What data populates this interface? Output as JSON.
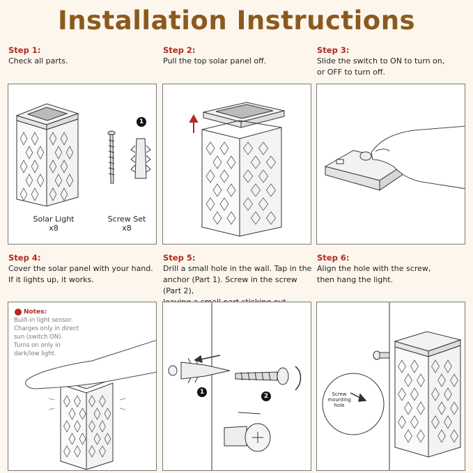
{
  "title": "Installation Instructions",
  "steps": [
    {
      "label": "Step 1:",
      "lines": [
        "Check all parts."
      ]
    },
    {
      "label": "Step 2:",
      "lines": [
        "Pull the top solar panel off."
      ]
    },
    {
      "label": "Step 3:",
      "lines": [
        "Slide the switch to ON to turn on,",
        "or OFF to turn off."
      ]
    },
    {
      "label": "Step 4:",
      "lines": [
        "Cover the solar panel with your hand.",
        "If it lights up, it works."
      ]
    },
    {
      "label": "Step 5:",
      "lines": [
        "Drill a small hole in the wall. Tap in the",
        "anchor (Part 1). Screw in the screw (Part 2),",
        "leaving a small part sticking out."
      ]
    },
    {
      "label": "Step 6:",
      "lines": [
        "Align the hole with the screw,",
        "then hang the light."
      ]
    }
  ],
  "step1": {
    "solar_light": "Solar Light",
    "solar_qty": "x8",
    "screw_set": "Screw Set",
    "screw_qty": "x8",
    "badge": "1"
  },
  "step4": {
    "notes_title": "Notes:",
    "notes_lines": [
      "Built-in light sensor.",
      "Charges only in direct",
      "sun (switch ON).",
      "Turns on only in",
      "dark/low light."
    ]
  },
  "step5": {
    "part1": "1",
    "part2": "2"
  },
  "step6": {
    "mount_label": [
      "Screw",
      "mounting",
      "hole"
    ]
  },
  "colors": {
    "title": "#8a5a1f",
    "step_label": "#b02a1e",
    "arrow_red": "#b02a1e"
  }
}
